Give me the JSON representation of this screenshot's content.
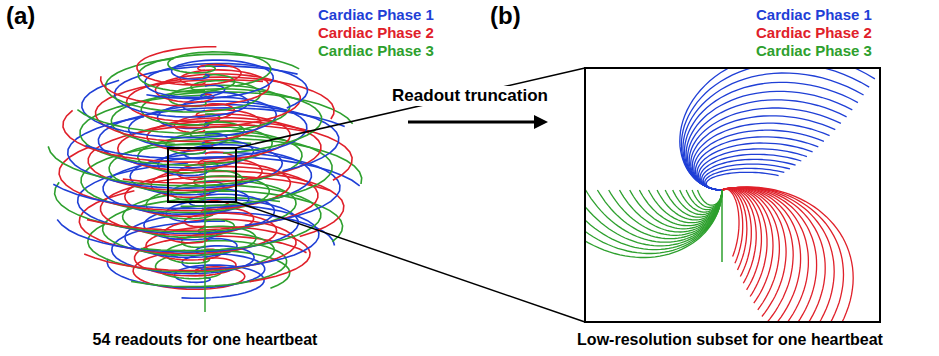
{
  "diagram": {
    "labels": [
      "(a)",
      "Cardiac Phase 1",
      "Cardiac Phase 2",
      "Cardiac Phase 3",
      "(b)",
      "Cardiac Phase 1",
      "Cardiac Phase 2",
      "Cardiac Phase 3",
      "Readout truncation",
      "54 readouts for one heartbeat",
      "Low-resolution subset for one heartbeat"
    ]
  }
}
